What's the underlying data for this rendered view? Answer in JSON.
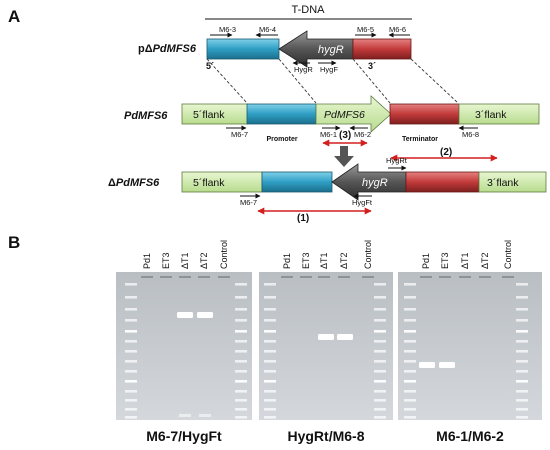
{
  "panel_a": {
    "label": "A",
    "tdna": "T-DNA",
    "constructs": {
      "plasmid": {
        "prefix": "p",
        "delta": "Δ",
        "gene": "PdMFS6",
        "five": "5´",
        "three": "3´",
        "hyg": "hygR"
      },
      "wildtype": {
        "gene": "PdMFS6",
        "flank5": "5´flank",
        "flank3": "3´flank",
        "cds": "PdMFS6",
        "promoter": "Promoter",
        "terminator": "Terminator"
      },
      "mutant": {
        "delta": "Δ",
        "gene": "PdMFS6",
        "flank5": "5´flank",
        "flank3": "3´flank",
        "hyg": "hygR"
      }
    },
    "primers": {
      "m63": "M6-3",
      "m64": "M6-4",
      "m65": "M6-5",
      "m66": "M6-6",
      "hygr": "HygR",
      "hygf": "HygF",
      "m67": "M6-7",
      "m61": "M6-1",
      "m62": "M6-2",
      "m68": "M6-8",
      "hygrt": "HygRt",
      "hygft": "HygFt",
      "m67b": "M6-7"
    },
    "pcr_labels": {
      "one": "(1)",
      "two": "(2)",
      "three": "(3)"
    },
    "colors": {
      "promoter": "#35a6c8",
      "terminator": "#c23a3a",
      "flank": "#c8e6a0",
      "cds": "#b8e08a",
      "hyg": "#5c5c5c",
      "product": "#d41f1f"
    }
  },
  "panel_b": {
    "label": "B",
    "gels": [
      {
        "lanes": [
          "Pd1",
          "ET3",
          "ΔT1",
          "ΔT2",
          "Control"
        ],
        "caption": "M6-7/HygFt"
      },
      {
        "lanes": [
          "Pd1",
          "ET3",
          "ΔT1",
          "ΔT2",
          "Control"
        ],
        "caption": "HygRt/M6-8"
      },
      {
        "lanes": [
          "Pd1",
          "ET3",
          "ΔT1",
          "ΔT2",
          "Control"
        ],
        "caption": "M6-1/M6-2"
      }
    ]
  }
}
